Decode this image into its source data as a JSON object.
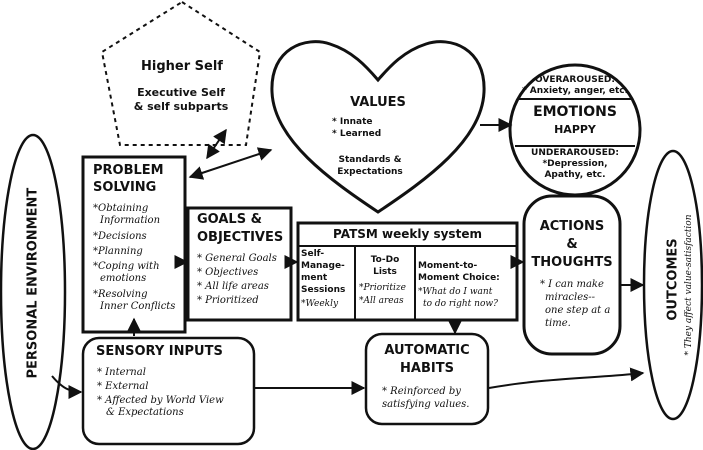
{
  "higher_self": {
    "title": "Higher Self",
    "line1": "Executive Self",
    "line2": "& self subparts"
  },
  "values": {
    "title": "VALUES",
    "items": [
      "* Innate",
      "* Learned"
    ],
    "line1": "Standards &",
    "line2": "Expectations"
  },
  "emotions": {
    "over_title": "OVERAROUSED:",
    "over_desc": "* Anxiety, anger, etc.",
    "title": "EMOTIONS",
    "happy": "HAPPY",
    "under_title": "UNDERAROUSED:",
    "under_desc1": "*Depression,",
    "under_desc2": "Apathy, etc."
  },
  "personal_environment": "PERSONAL ENVIRONMENT",
  "problem_solving": {
    "title1": "PROBLEM",
    "title2": "SOLVING",
    "items": [
      "*Obtaining",
      "Information",
      "*Decisions",
      "*Planning",
      "*Coping with",
      "emotions",
      "*Resolving",
      "Inner Conflicts"
    ]
  },
  "goals": {
    "title1": "GOALS &",
    "title2": "OBJECTIVES",
    "items": [
      "* General Goals",
      "* Objectives",
      "* All life areas",
      "* Prioritized"
    ]
  },
  "patsm": {
    "title": "PATSM weekly system",
    "col1": [
      "Self-",
      "Manage-",
      "ment",
      "Sessions"
    ],
    "col1_note": "*Weekly",
    "col2": [
      "To-Do",
      "Lists"
    ],
    "col2_notes": [
      "*Prioritize",
      "*All areas"
    ],
    "col3": [
      "Moment-to-",
      "Moment Choice:"
    ],
    "col3_notes": [
      "*What do I want",
      "to do right now?"
    ]
  },
  "actions": {
    "title1": "ACTIONS",
    "title2": "&",
    "title3": "THOUGHTS",
    "notes": [
      "* I can make",
      "miracles--",
      "one step at a",
      "time."
    ]
  },
  "outcomes": {
    "title": "OUTCOMES",
    "note": "* They affect value-satisfaction"
  },
  "sensory": {
    "title": "SENSORY INPUTS",
    "items": [
      "* Internal",
      "* External",
      "* Affected by World View",
      "& Expectations"
    ]
  },
  "habits": {
    "title1": "AUTOMATIC",
    "title2": "HABITS",
    "notes": [
      "* Reinforced by",
      "satisfying values."
    ]
  }
}
